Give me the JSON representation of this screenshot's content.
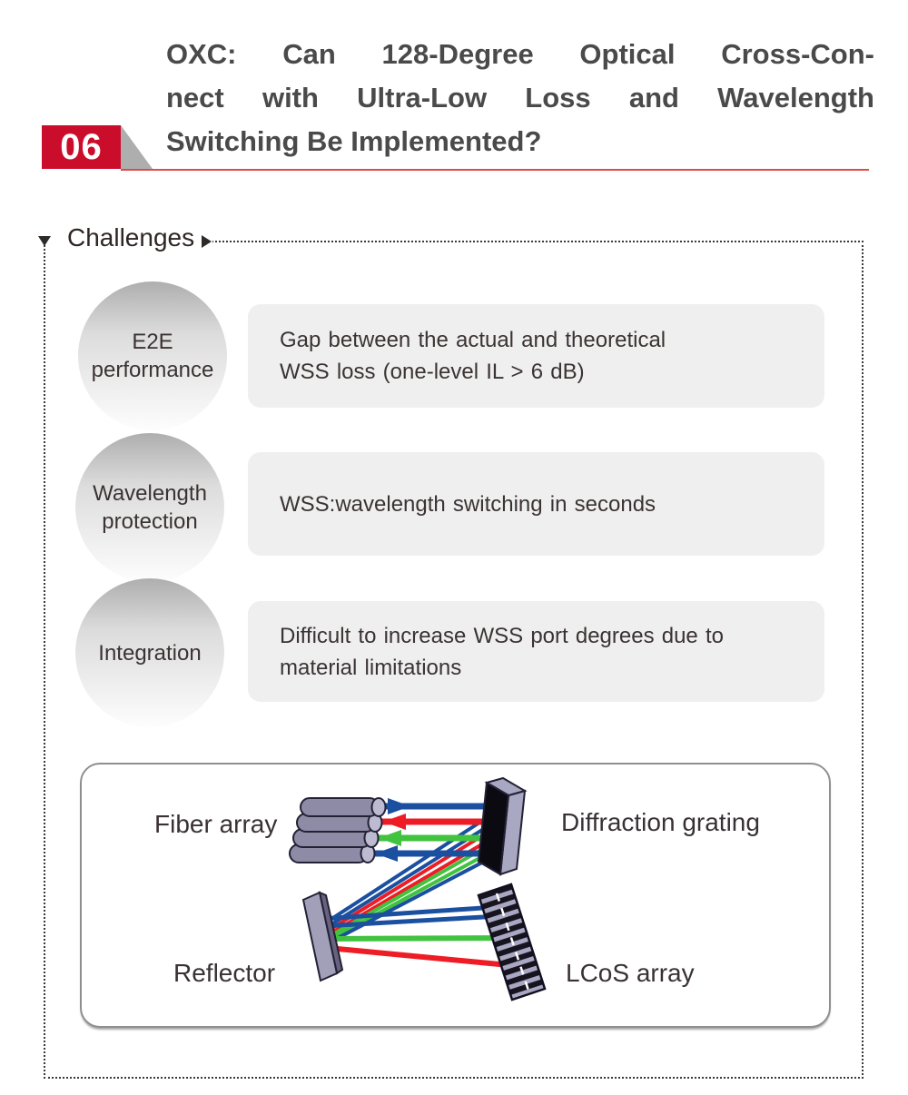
{
  "page": {
    "number_badge": "06",
    "title_lines": [
      "OXC: Can 128-Degree Optical Cross-Con-",
      "nect with Ultra-Low Loss and Wavelength",
      "Switching Be Implemented?"
    ],
    "colors": {
      "accent_red": "#CB0D2C",
      "underline_red": "#DE4B4B",
      "title_text": "#4A4A4A",
      "fold_gray": "#AFAEAE"
    }
  },
  "challenges": {
    "label": "Challenges",
    "rows": [
      {
        "badge_lines": [
          "E2E",
          "performance"
        ],
        "box_lines": [
          "Gap between the actual and theoretical",
          "WSS loss (one-level IL > 6 dB)"
        ]
      },
      {
        "badge_lines": [
          "Wavelength",
          "protection"
        ],
        "box_lines": [
          "WSS:wavelength switching in seconds"
        ]
      },
      {
        "badge_lines": [
          "Integration"
        ],
        "box_lines": [
          "Difficult to increase WSS port degrees due to",
          "material limitations"
        ]
      }
    ],
    "colors": {
      "box_bg": "#EFEFEF",
      "badge_gradient_top": "#AFAEAE",
      "badge_gradient_bottom": "#FFFFFF",
      "text": "#3B3333",
      "dashed_border": "#3A3A3A"
    }
  },
  "diagram": {
    "labels": {
      "fiber_array": "Fiber array",
      "diffraction_grating": "Diffraction grating",
      "reflector": "Reflector",
      "lcos_array": "LCoS array"
    },
    "colors": {
      "beam_blue": "#1B4F9F",
      "beam_red": "#EE1C25",
      "beam_green": "#41C33F",
      "fiber_fill": "#8D8BA6",
      "fiber_cap": "#BDBBD2",
      "component_side": "#A9A8C2",
      "grating_face": "#0B0A10",
      "reflector_fill": "#A2A0B8",
      "reflector_edge": "#66627F",
      "lcos_stripe_dark": "#17141F",
      "lcos_stripe_light": "#A9A8C2"
    }
  }
}
